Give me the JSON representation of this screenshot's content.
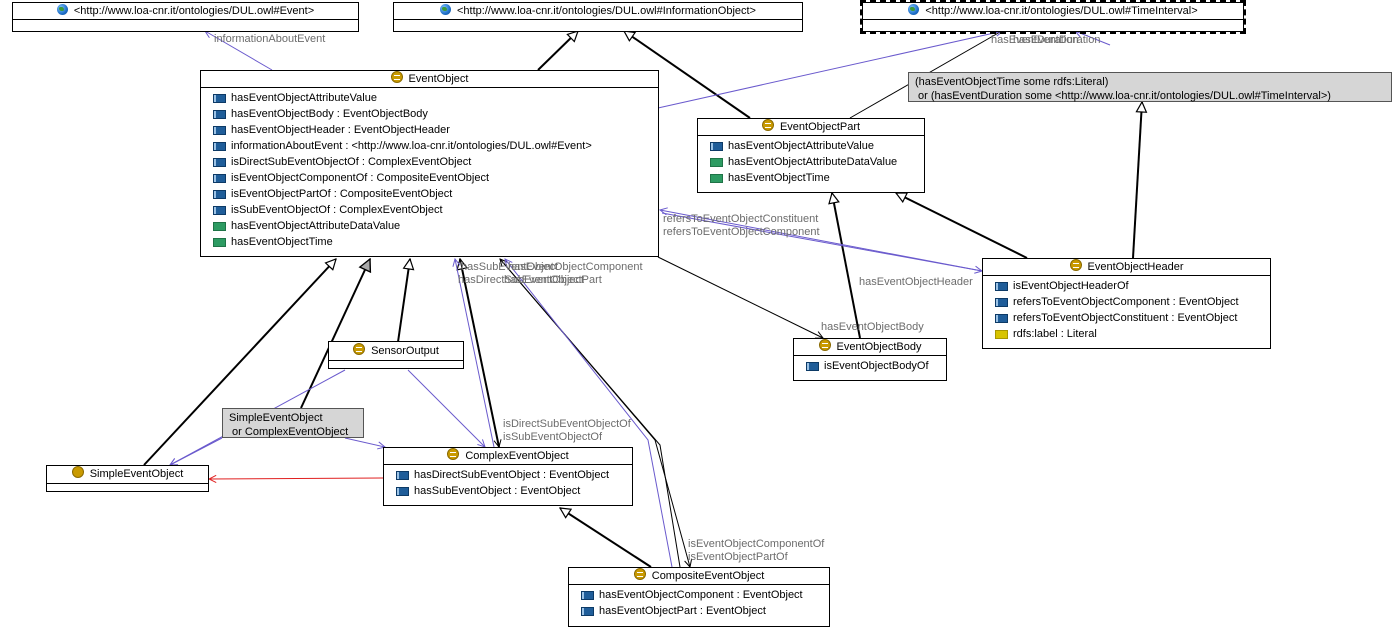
{
  "colors": {
    "edge": "#000000",
    "link": "#6a5acd",
    "disjoint": "#e02020"
  },
  "external": {
    "event": "<http://www.loa-cnr.it/ontologies/DUL.owl#Event>",
    "information_object": "<http://www.loa-cnr.it/ontologies/DUL.owl#InformationObject>",
    "time_interval": "<http://www.loa-cnr.it/ontologies/DUL.owl#TimeInterval>"
  },
  "anon": {
    "time_restriction": "(hasEventObjectTime some rdfs:Literal)\n or (hasEventDuration some <http://www.loa-cnr.it/ontologies/DUL.owl#TimeInterval>)",
    "union": "SimpleEventObject\n or ComplexEventObject"
  },
  "classes": {
    "event_object": {
      "name": "EventObject",
      "props": [
        {
          "kind": "obj",
          "text": "hasEventObjectAttributeValue"
        },
        {
          "kind": "obj",
          "text": "hasEventObjectBody : EventObjectBody"
        },
        {
          "kind": "obj",
          "text": "hasEventObjectHeader : EventObjectHeader"
        },
        {
          "kind": "obj",
          "text": "informationAboutEvent : <http://www.loa-cnr.it/ontologies/DUL.owl#Event>"
        },
        {
          "kind": "obj",
          "text": "isDirectSubEventObjectOf : ComplexEventObject"
        },
        {
          "kind": "obj",
          "text": "isEventObjectComponentOf : CompositeEventObject"
        },
        {
          "kind": "obj",
          "text": "isEventObjectPartOf : CompositeEventObject"
        },
        {
          "kind": "obj",
          "text": "isSubEventObjectOf : ComplexEventObject"
        },
        {
          "kind": "data",
          "text": "hasEventObjectAttributeDataValue"
        },
        {
          "kind": "data",
          "text": "hasEventObjectTime"
        }
      ]
    },
    "event_object_part": {
      "name": "EventObjectPart",
      "props": [
        {
          "kind": "obj",
          "text": "hasEventObjectAttributeValue"
        },
        {
          "kind": "data",
          "text": "hasEventObjectAttributeDataValue"
        },
        {
          "kind": "data",
          "text": "hasEventObjectTime"
        }
      ]
    },
    "event_object_header": {
      "name": "EventObjectHeader",
      "props": [
        {
          "kind": "obj",
          "text": "isEventObjectHeaderOf"
        },
        {
          "kind": "obj",
          "text": "refersToEventObjectComponent : EventObject"
        },
        {
          "kind": "obj",
          "text": "refersToEventObjectConstituent : EventObject"
        },
        {
          "kind": "anno",
          "text": "rdfs:label : Literal"
        }
      ]
    },
    "event_object_body": {
      "name": "EventObjectBody",
      "props": [
        {
          "kind": "obj",
          "text": "isEventObjectBodyOf"
        }
      ]
    },
    "sensor_output": {
      "name": "SensorOutput"
    },
    "simple_event_object": {
      "name": "SimpleEventObject"
    },
    "complex_event_object": {
      "name": "ComplexEventObject",
      "props": [
        {
          "kind": "obj",
          "text": "hasDirectSubEventObject : EventObject"
        },
        {
          "kind": "obj",
          "text": "hasSubEventObject : EventObject"
        }
      ]
    },
    "composite_event_object": {
      "name": "CompositeEventObject",
      "props": [
        {
          "kind": "obj",
          "text": "hasEventObjectComponent : EventObject"
        },
        {
          "kind": "obj",
          "text": "hasEventObjectPart : EventObject"
        }
      ]
    }
  },
  "edge_labels": {
    "information_about_event": "informationAboutEvent",
    "has_event_duration": "hasEventDuration",
    "has_event_duration_2": "hasEventDuration",
    "refers_constituent": "refersToEventObjectConstituent",
    "refers_component": "refersToEventObjectComponent",
    "has_header": "hasEventObjectHeader",
    "has_sub": "hasSubEventObject",
    "has_component": "hasEventObjectComponent",
    "has_direct_sub": "hasDirectSubEventObject",
    "has_part": "hasEventObjectPart",
    "has_body": "hasEventObjectBody",
    "is_direct_sub_of": "isDirectSubEventObjectOf",
    "is_sub_of": "isSubEventObjectOf",
    "is_component_of": "isEventObjectComponentOf",
    "is_part_of": "isEventObjectPartOf"
  }
}
